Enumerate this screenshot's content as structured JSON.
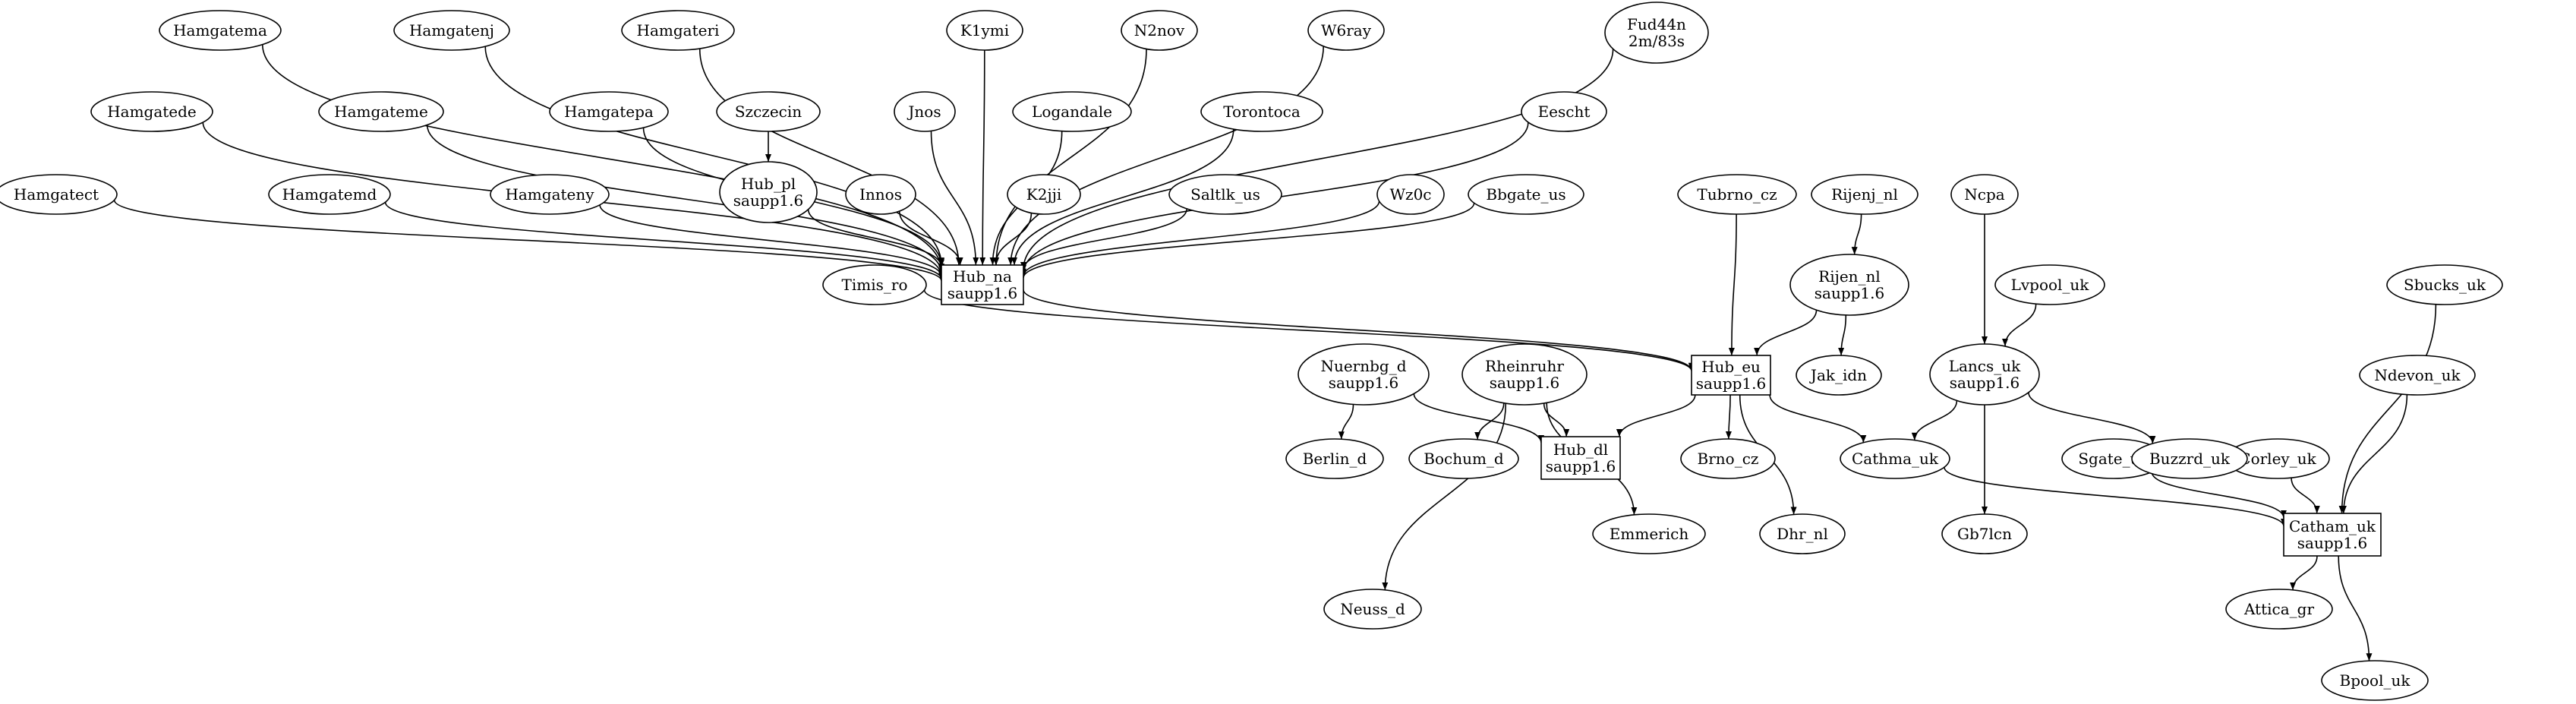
{
  "graph": {
    "nodes": {
      "hamgatema": {
        "lines": [
          "Hamgatema"
        ],
        "shape": "ellipse"
      },
      "hamgatenj": {
        "lines": [
          "Hamgatenj"
        ],
        "shape": "ellipse"
      },
      "hamgateri": {
        "lines": [
          "Hamgateri"
        ],
        "shape": "ellipse"
      },
      "k1ymi": {
        "lines": [
          "K1ymi"
        ],
        "shape": "ellipse"
      },
      "n2nov": {
        "lines": [
          "N2nov"
        ],
        "shape": "ellipse"
      },
      "w6ray": {
        "lines": [
          "W6ray"
        ],
        "shape": "ellipse"
      },
      "fud44n": {
        "lines": [
          "Fud44n",
          "2m/83s"
        ],
        "shape": "ellipse"
      },
      "hamgatede": {
        "lines": [
          "Hamgatede"
        ],
        "shape": "ellipse"
      },
      "hamgateme": {
        "lines": [
          "Hamgateme"
        ],
        "shape": "ellipse"
      },
      "hamgatepa": {
        "lines": [
          "Hamgatepa"
        ],
        "shape": "ellipse"
      },
      "szczecin": {
        "lines": [
          "Szczecin"
        ],
        "shape": "ellipse"
      },
      "jnos": {
        "lines": [
          "Jnos"
        ],
        "shape": "ellipse"
      },
      "logandale": {
        "lines": [
          "Logandale"
        ],
        "shape": "ellipse"
      },
      "torontoca": {
        "lines": [
          "Torontoca"
        ],
        "shape": "ellipse"
      },
      "eescht": {
        "lines": [
          "Eescht"
        ],
        "shape": "ellipse"
      },
      "hamgatect": {
        "lines": [
          "Hamgatect"
        ],
        "shape": "ellipse"
      },
      "hamgatemd": {
        "lines": [
          "Hamgatemd"
        ],
        "shape": "ellipse"
      },
      "hamgateny": {
        "lines": [
          "Hamgateny"
        ],
        "shape": "ellipse"
      },
      "hub_pl": {
        "lines": [
          "Hub_pl",
          "saupp1.6"
        ],
        "shape": "ellipse"
      },
      "innos": {
        "lines": [
          "Innos"
        ],
        "shape": "ellipse"
      },
      "k2jji": {
        "lines": [
          "K2jji"
        ],
        "shape": "ellipse"
      },
      "saltlk_us": {
        "lines": [
          "Saltlk_us"
        ],
        "shape": "ellipse"
      },
      "wz0c": {
        "lines": [
          "Wz0c"
        ],
        "shape": "ellipse"
      },
      "bbgate_us": {
        "lines": [
          "Bbgate_us"
        ],
        "shape": "ellipse"
      },
      "tubrno_cz": {
        "lines": [
          "Tubrno_cz"
        ],
        "shape": "ellipse"
      },
      "rijenj_nl": {
        "lines": [
          "Rijenj_nl"
        ],
        "shape": "ellipse"
      },
      "ncpa": {
        "lines": [
          "Ncpa"
        ],
        "shape": "ellipse"
      },
      "hub_na": {
        "lines": [
          "Hub_na",
          "saupp1.6"
        ],
        "shape": "box"
      },
      "timis_ro": {
        "lines": [
          "Timis_ro"
        ],
        "shape": "ellipse"
      },
      "rijen_nl": {
        "lines": [
          "Rijen_nl",
          "saupp1.6"
        ],
        "shape": "ellipse"
      },
      "lvpool_uk": {
        "lines": [
          "Lvpool_uk"
        ],
        "shape": "ellipse"
      },
      "sbucks_uk": {
        "lines": [
          "Sbucks_uk"
        ],
        "shape": "ellipse"
      },
      "nuernbg_d": {
        "lines": [
          "Nuernbg_d",
          "saupp1.6"
        ],
        "shape": "ellipse"
      },
      "rheinruhr": {
        "lines": [
          "Rheinruhr",
          "saupp1.6"
        ],
        "shape": "ellipse"
      },
      "hub_eu": {
        "lines": [
          "Hub_eu",
          "saupp1.6"
        ],
        "shape": "box"
      },
      "jak_idn": {
        "lines": [
          "Jak_idn"
        ],
        "shape": "ellipse"
      },
      "lancs_uk": {
        "lines": [
          "Lancs_uk",
          "saupp1.6"
        ],
        "shape": "ellipse"
      },
      "ndevon_uk": {
        "lines": [
          "Ndevon_uk"
        ],
        "shape": "ellipse"
      },
      "berlin_d": {
        "lines": [
          "Berlin_d"
        ],
        "shape": "ellipse"
      },
      "bochum_d": {
        "lines": [
          "Bochum_d"
        ],
        "shape": "ellipse"
      },
      "hub_dl": {
        "lines": [
          "Hub_dl",
          "saupp1.6"
        ],
        "shape": "box"
      },
      "brno_cz": {
        "lines": [
          "Brno_cz"
        ],
        "shape": "ellipse"
      },
      "cathma_uk": {
        "lines": [
          "Cathma_uk"
        ],
        "shape": "ellipse"
      },
      "sgate_uk": {
        "lines": [
          "Sgate_uk"
        ],
        "shape": "ellipse"
      },
      "corley_uk": {
        "lines": [
          "Corley_uk"
        ],
        "shape": "ellipse"
      },
      "buzzrd_uk": {
        "lines": [
          "Buzzrd_uk"
        ],
        "shape": "ellipse"
      },
      "emmerich": {
        "lines": [
          "Emmerich"
        ],
        "shape": "ellipse"
      },
      "dhr_nl": {
        "lines": [
          "Dhr_nl"
        ],
        "shape": "ellipse"
      },
      "gb7lcn": {
        "lines": [
          "Gb7lcn"
        ],
        "shape": "ellipse"
      },
      "catham_uk": {
        "lines": [
          "Catham_uk",
          "saupp1.6"
        ],
        "shape": "box"
      },
      "neuss_d": {
        "lines": [
          "Neuss_d"
        ],
        "shape": "ellipse"
      },
      "attica_gr": {
        "lines": [
          "Attica_gr"
        ],
        "shape": "ellipse"
      },
      "bpool_uk": {
        "lines": [
          "Bpool_uk"
        ],
        "shape": "ellipse"
      }
    },
    "edges": [
      [
        "hamgatect",
        "hub_na"
      ],
      [
        "hamgatede",
        "hub_na"
      ],
      [
        "hamgatema",
        "hub_na"
      ],
      [
        "hamgatemd",
        "hub_na"
      ],
      [
        "hamgateme",
        "hub_na"
      ],
      [
        "hamgatenj",
        "hub_na"
      ],
      [
        "hamgateny",
        "hub_na"
      ],
      [
        "hamgatepa",
        "hub_na"
      ],
      [
        "hamgateri",
        "hub_na"
      ],
      [
        "szczecin",
        "hub_pl"
      ],
      [
        "hub_pl",
        "hub_na"
      ],
      [
        "innos",
        "hub_na"
      ],
      [
        "jnos",
        "hub_na"
      ],
      [
        "k1ymi",
        "hub_na"
      ],
      [
        "k2jji",
        "hub_na"
      ],
      [
        "logandale",
        "hub_na"
      ],
      [
        "n2nov",
        "hub_na"
      ],
      [
        "saltlk_us",
        "hub_na"
      ],
      [
        "torontoca",
        "hub_na"
      ],
      [
        "w6ray",
        "hub_na"
      ],
      [
        "wz0c",
        "hub_na"
      ],
      [
        "bbgate_us",
        "hub_na"
      ],
      [
        "eescht",
        "hub_na"
      ],
      [
        "fud44n",
        "hub_na"
      ],
      [
        "hub_na",
        "hub_eu"
      ],
      [
        "timis_ro",
        "hub_eu"
      ],
      [
        "tubrno_cz",
        "hub_eu"
      ],
      [
        "rijenj_nl",
        "rijen_nl"
      ],
      [
        "rijen_nl",
        "hub_eu"
      ],
      [
        "rijen_nl",
        "jak_idn"
      ],
      [
        "ncpa",
        "lancs_uk"
      ],
      [
        "lvpool_uk",
        "lancs_uk"
      ],
      [
        "nuernbg_d",
        "berlin_d"
      ],
      [
        "nuernbg_d",
        "hub_dl"
      ],
      [
        "rheinruhr",
        "bochum_d"
      ],
      [
        "rheinruhr",
        "hub_dl"
      ],
      [
        "rheinruhr",
        "emmerich"
      ],
      [
        "rheinruhr",
        "neuss_d"
      ],
      [
        "hub_eu",
        "hub_dl"
      ],
      [
        "hub_eu",
        "brno_cz"
      ],
      [
        "hub_eu",
        "cathma_uk"
      ],
      [
        "hub_eu",
        "dhr_nl"
      ],
      [
        "lancs_uk",
        "cathma_uk"
      ],
      [
        "lancs_uk",
        "buzzrd_uk"
      ],
      [
        "lancs_uk",
        "gb7lcn"
      ],
      [
        "cathma_uk",
        "catham_uk"
      ],
      [
        "sgate_uk",
        "catham_uk"
      ],
      [
        "corley_uk",
        "catham_uk"
      ],
      [
        "ndevon_uk",
        "catham_uk"
      ],
      [
        "sbucks_uk",
        "catham_uk"
      ],
      [
        "catham_uk",
        "attica_gr"
      ],
      [
        "catham_uk",
        "bpool_uk"
      ]
    ]
  }
}
